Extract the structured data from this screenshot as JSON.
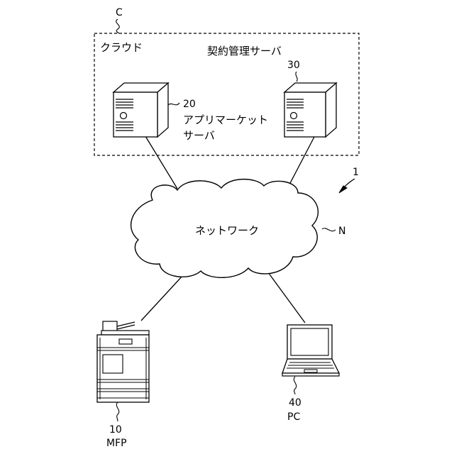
{
  "cloud": {
    "ref": "C",
    "label": "クラウド"
  },
  "contract_server": {
    "label": "契約管理サーバ",
    "ref": "30"
  },
  "appmarket_server": {
    "ref": "20",
    "label_line1": "アプリマーケット",
    "label_line2": "サーバ"
  },
  "system": {
    "ref": "1"
  },
  "network": {
    "label": "ネットワーク",
    "ref": "N"
  },
  "mfp": {
    "ref": "10",
    "label": "MFP"
  },
  "pc": {
    "ref": "40",
    "label": "PC"
  }
}
